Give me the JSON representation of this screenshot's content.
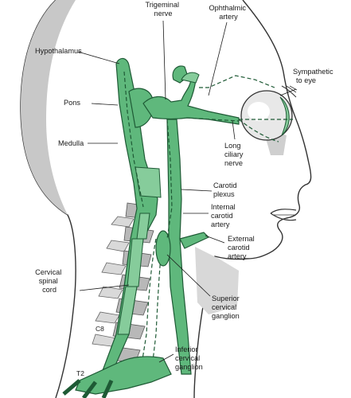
{
  "labels": {
    "trigeminal": [
      "Trigeminal",
      "nerve"
    ],
    "ophthalmic": [
      "Ophthalmic",
      "artery"
    ],
    "hypothalamus": [
      "Hypothalamus"
    ],
    "sympathetic": [
      "Sympathetic",
      "to eye"
    ],
    "pons": [
      "Pons"
    ],
    "medulla": [
      "Medulla"
    ],
    "long_ciliary": [
      "Long",
      "ciliary",
      "nerve"
    ],
    "carotid_plexus": [
      "Carotid",
      "plexus"
    ],
    "internal_carotid": [
      "Internal",
      "carotid",
      "artery"
    ],
    "external_carotid": [
      "External",
      "carotid",
      "artery"
    ],
    "cervical_cord": [
      "Cervical",
      "spinal",
      "cord"
    ],
    "superior_ganglion": [
      "Superior",
      "cervical",
      "ganglion"
    ],
    "inferior_ganglion": [
      "Inferior",
      "cervical",
      "ganglion"
    ],
    "c8": [
      "C8"
    ],
    "t2": [
      "T2"
    ]
  },
  "colors": {
    "nerve": "#5fb87c",
    "nerve_outline": "#1e5a35",
    "bone": "#b8b8b8",
    "skin_shadow": "#c8c8c8"
  }
}
